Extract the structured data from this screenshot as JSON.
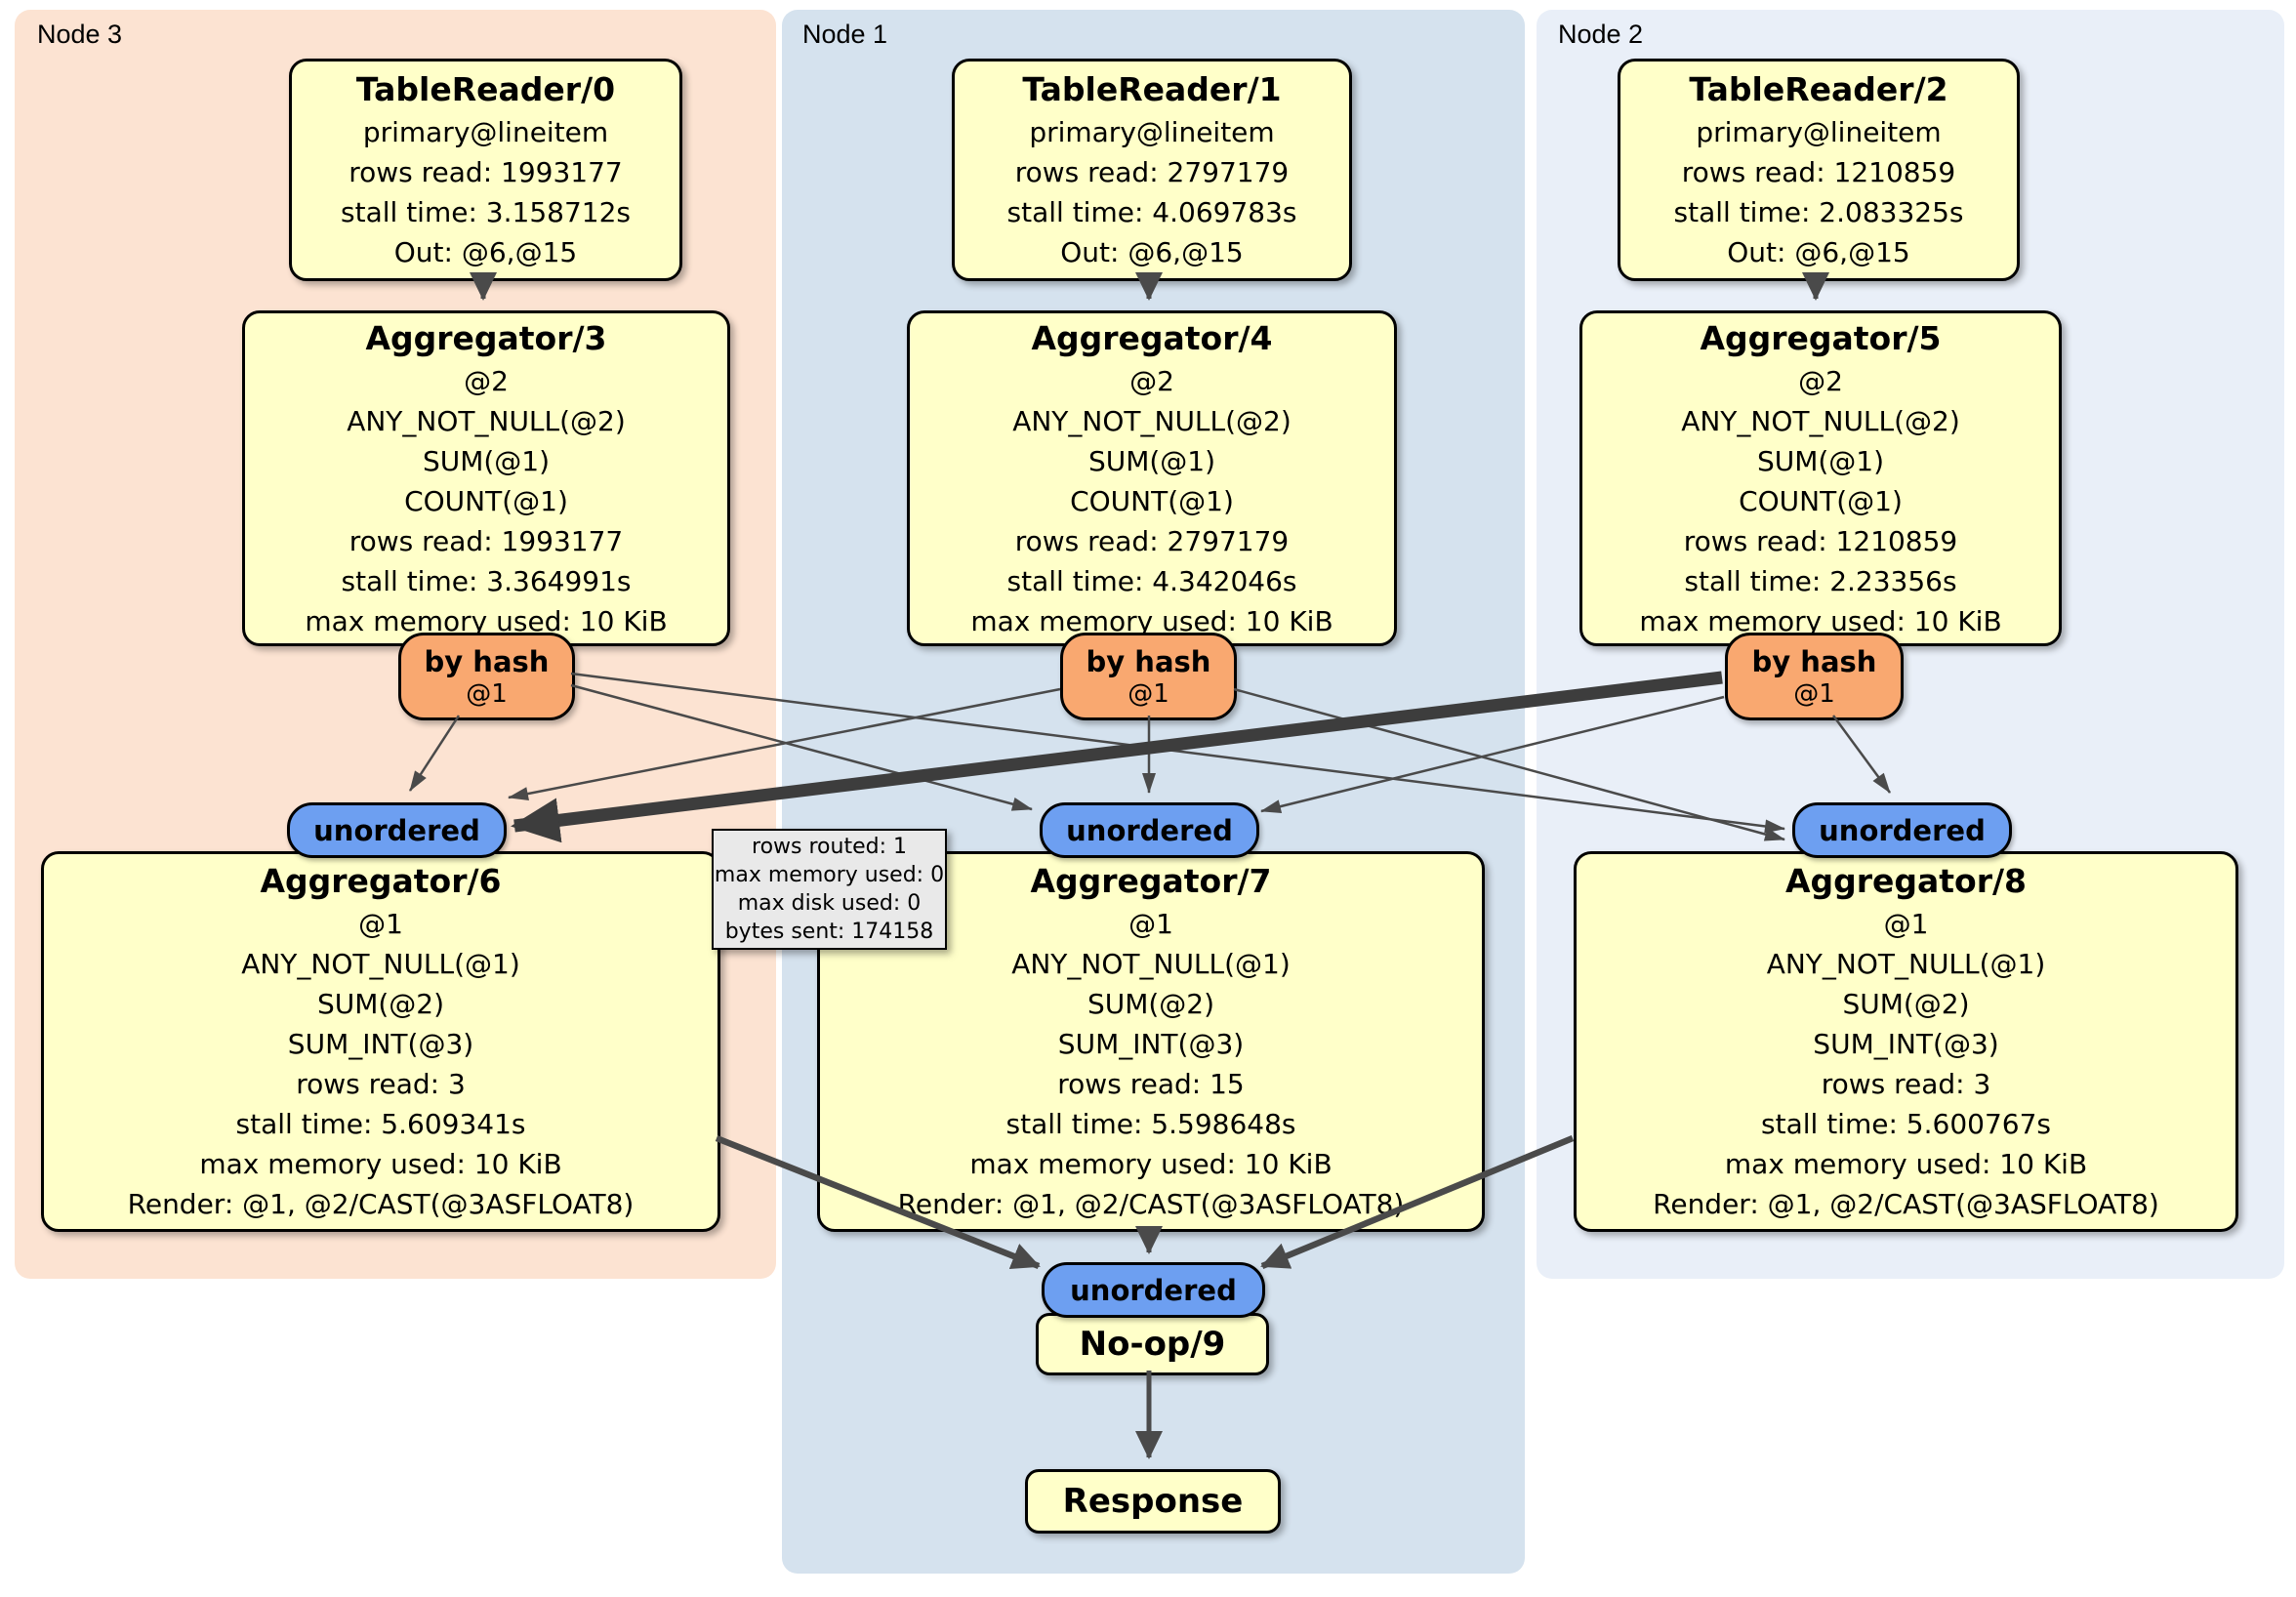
{
  "colors": {
    "node3-bg": "#fce3d2",
    "node1-bg": "#d5e2ee",
    "node2-bg": "#e9eff8",
    "box-bg": "#ffffc9",
    "router-bg": "#f9a870",
    "sync-bg": "#6d9ff1",
    "tooltip-bg": "#e9e9e9",
    "edge": "#4a4a4a",
    "edge-dark": "#3d3d3d"
  },
  "panels": [
    {
      "label": "Node 3"
    },
    {
      "label": "Node 1"
    },
    {
      "label": "Node 2"
    }
  ],
  "boxes": {
    "tr0": {
      "title": "TableReader/0",
      "lines": [
        "primary@lineitem",
        "rows read: 1993177",
        "stall time: 3.158712s",
        "Out: @6,@15"
      ]
    },
    "tr1": {
      "title": "TableReader/1",
      "lines": [
        "primary@lineitem",
        "rows read: 2797179",
        "stall time: 4.069783s",
        "Out: @6,@15"
      ]
    },
    "tr2": {
      "title": "TableReader/2",
      "lines": [
        "primary@lineitem",
        "rows read: 1210859",
        "stall time: 2.083325s",
        "Out: @6,@15"
      ]
    },
    "agg3": {
      "title": "Aggregator/3",
      "lines": [
        "@2",
        "ANY_NOT_NULL(@2)",
        "SUM(@1)",
        "COUNT(@1)",
        "rows read: 1993177",
        "stall time: 3.364991s",
        "max memory used: 10 KiB"
      ]
    },
    "agg4": {
      "title": "Aggregator/4",
      "lines": [
        "@2",
        "ANY_NOT_NULL(@2)",
        "SUM(@1)",
        "COUNT(@1)",
        "rows read: 2797179",
        "stall time: 4.342046s",
        "max memory used: 10 KiB"
      ]
    },
    "agg5": {
      "title": "Aggregator/5",
      "lines": [
        "@2",
        "ANY_NOT_NULL(@2)",
        "SUM(@1)",
        "COUNT(@1)",
        "rows read: 1210859",
        "stall time: 2.23356s",
        "max memory used: 10 KiB"
      ]
    },
    "agg6": {
      "title": "Aggregator/6",
      "lines": [
        "@1",
        "ANY_NOT_NULL(@1)",
        "SUM(@2)",
        "SUM_INT(@3)",
        "rows read: 3",
        "stall time: 5.609341s",
        "max memory used: 10 KiB",
        "Render: @1, @2/CAST(@3ASFLOAT8)"
      ]
    },
    "agg7": {
      "title": "Aggregator/7",
      "lines": [
        "@1",
        "ANY_NOT_NULL(@1)",
        "SUM(@2)",
        "SUM_INT(@3)",
        "rows read: 15",
        "stall time: 5.598648s",
        "max memory used: 10 KiB",
        "Render: @1, @2/CAST(@3ASFLOAT8)"
      ]
    },
    "agg8": {
      "title": "Aggregator/8",
      "lines": [
        "@1",
        "ANY_NOT_NULL(@1)",
        "SUM(@2)",
        "SUM_INT(@3)",
        "rows read: 3",
        "stall time: 5.600767s",
        "max memory used: 10 KiB",
        "Render: @1, @2/CAST(@3ASFLOAT8)"
      ]
    },
    "noop": {
      "title": "No-op/9"
    },
    "response": {
      "title": "Response"
    }
  },
  "router": {
    "label": "by hash",
    "sub": "@1"
  },
  "sync": {
    "label": "unordered"
  },
  "tooltip": {
    "lines": [
      "rows routed: 1",
      "max memory used: 0",
      "max disk used: 0",
      "bytes sent: 174158"
    ]
  }
}
